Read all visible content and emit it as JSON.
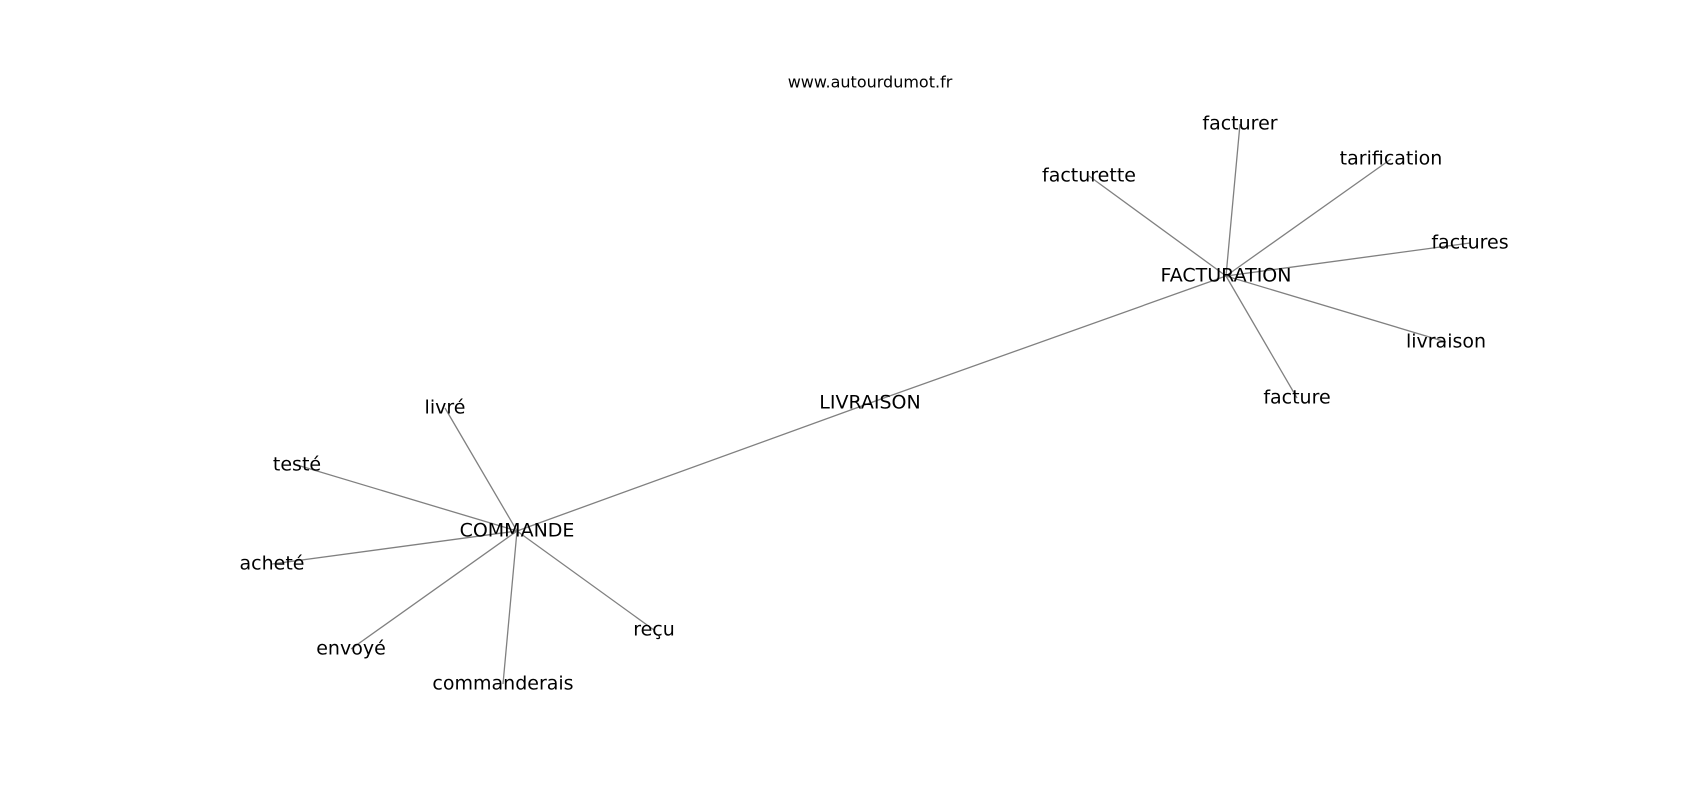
{
  "watermark": "www.autourdumot.fr",
  "graph": {
    "nodes": [
      {
        "id": "livraison_center",
        "label": "LIVRAISON"
      },
      {
        "id": "facturation",
        "label": "FACTURATION"
      },
      {
        "id": "commande",
        "label": "COMMANDE"
      },
      {
        "id": "facturer",
        "label": "facturer"
      },
      {
        "id": "tarification",
        "label": "tarification"
      },
      {
        "id": "facturette",
        "label": "facturette"
      },
      {
        "id": "factures",
        "label": "factures"
      },
      {
        "id": "livraison_leaf",
        "label": "livraison"
      },
      {
        "id": "facture",
        "label": "facture"
      },
      {
        "id": "livre",
        "label": "livré"
      },
      {
        "id": "teste",
        "label": "testé"
      },
      {
        "id": "achete",
        "label": "acheté"
      },
      {
        "id": "envoye",
        "label": "envoyé"
      },
      {
        "id": "commanderais",
        "label": "commanderais"
      },
      {
        "id": "recu",
        "label": "reçu"
      }
    ],
    "edges": [
      [
        "livraison_center",
        "facturation"
      ],
      [
        "livraison_center",
        "commande"
      ],
      [
        "facturation",
        "facturer"
      ],
      [
        "facturation",
        "tarification"
      ],
      [
        "facturation",
        "facturette"
      ],
      [
        "facturation",
        "factures"
      ],
      [
        "facturation",
        "livraison_leaf"
      ],
      [
        "facturation",
        "facture"
      ],
      [
        "commande",
        "livre"
      ],
      [
        "commande",
        "teste"
      ],
      [
        "commande",
        "achete"
      ],
      [
        "commande",
        "envoye"
      ],
      [
        "commande",
        "commanderais"
      ],
      [
        "commande",
        "recu"
      ]
    ]
  },
  "colors": {
    "edge": "#808080",
    "text": "#000000",
    "background": "#ffffff"
  }
}
